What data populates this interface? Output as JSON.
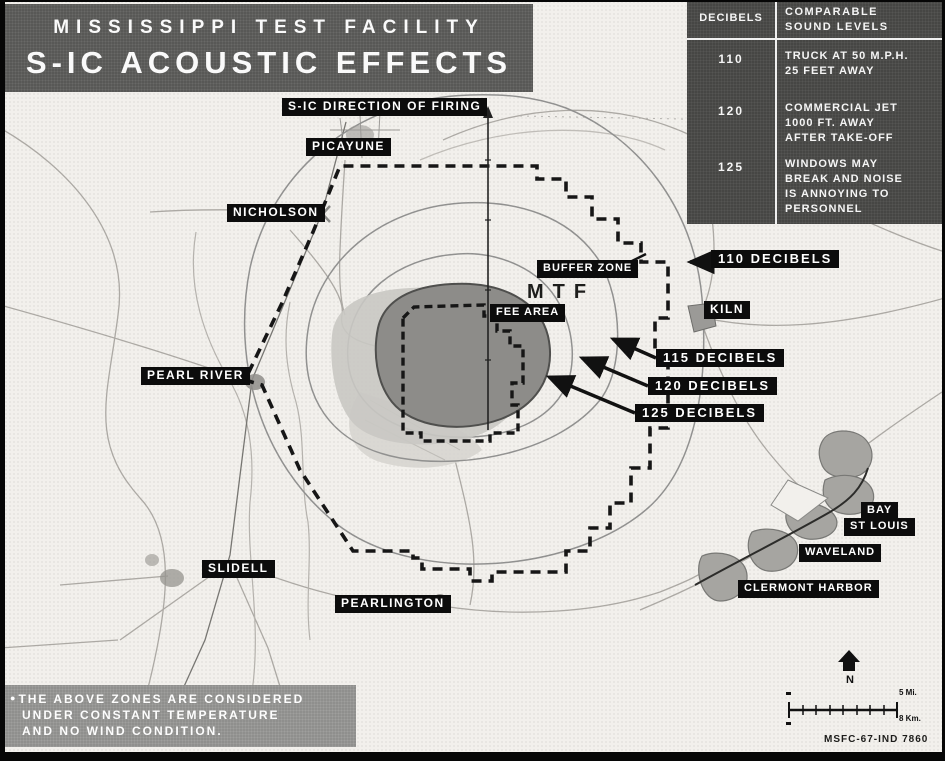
{
  "colors": {
    "map_bg": "#f2f0ec",
    "label_bg": "#0c0c0c",
    "label_fg": "#ffffff",
    "panel_bg": "#464644",
    "title_bg": "#585856",
    "note_bg": "#8f8f8d",
    "contour_line": "#909090",
    "zone_dark_fill": "#8d8c89",
    "zone_light_fill": "#c9c8c3",
    "coastal_fill": "#a6a5a1"
  },
  "title_block": {
    "line1": "MISSISSIPPI TEST FACILITY",
    "line2": "S-IC ACOUSTIC EFFECTS"
  },
  "sound_table": {
    "header_left": "DECIBELS",
    "header_right_lines": [
      "COMPARABLE",
      "SOUND LEVELS"
    ],
    "rows": [
      {
        "decibels": "110",
        "desc_lines": [
          "TRUCK AT 50 M.P.H.",
          "25 FEET AWAY"
        ]
      },
      {
        "decibels": "120",
        "desc_lines": [
          "COMMERCIAL JET",
          "1000 FT. AWAY",
          "AFTER TAKE-OFF"
        ]
      },
      {
        "decibels": "125",
        "desc_lines": [
          "WINDOWS MAY",
          "BREAK AND NOISE",
          "IS ANNOYING TO",
          "PERSONNEL"
        ]
      }
    ]
  },
  "map_labels": {
    "firing": "S-IC DIRECTION OF FIRING",
    "picayune": "PICAYUNE",
    "nicholson": "NICHOLSON",
    "buffer_zone": "BUFFER ZONE",
    "db110": "110 DECIBELS",
    "kiln": "KILN",
    "mtf": "MTF",
    "fee_area": "FEE AREA",
    "db115": "115 DECIBELS",
    "db120": "120 DECIBELS",
    "db125": "125 DECIBELS",
    "pearl_river": "PEARL RIVER",
    "slidell": "SLIDELL",
    "pearlington": "PEARLINGTON",
    "bay_line1": "BAY",
    "bay_line2": "ST LOUIS",
    "waveland": "WAVELAND",
    "clermont_harbor": "CLERMONT HARBOR"
  },
  "note": {
    "bullet": "●",
    "lines": [
      "THE ABOVE ZONES ARE CONSIDERED",
      "UNDER CONSTANT TEMPERATURE",
      "AND NO WIND CONDITION."
    ]
  },
  "compass": {
    "label": "N"
  },
  "scale_bar": {
    "top_label": "5 Mi.",
    "bottom_label": "8 Km."
  },
  "figure_id": "MSFC-67-IND 7860"
}
